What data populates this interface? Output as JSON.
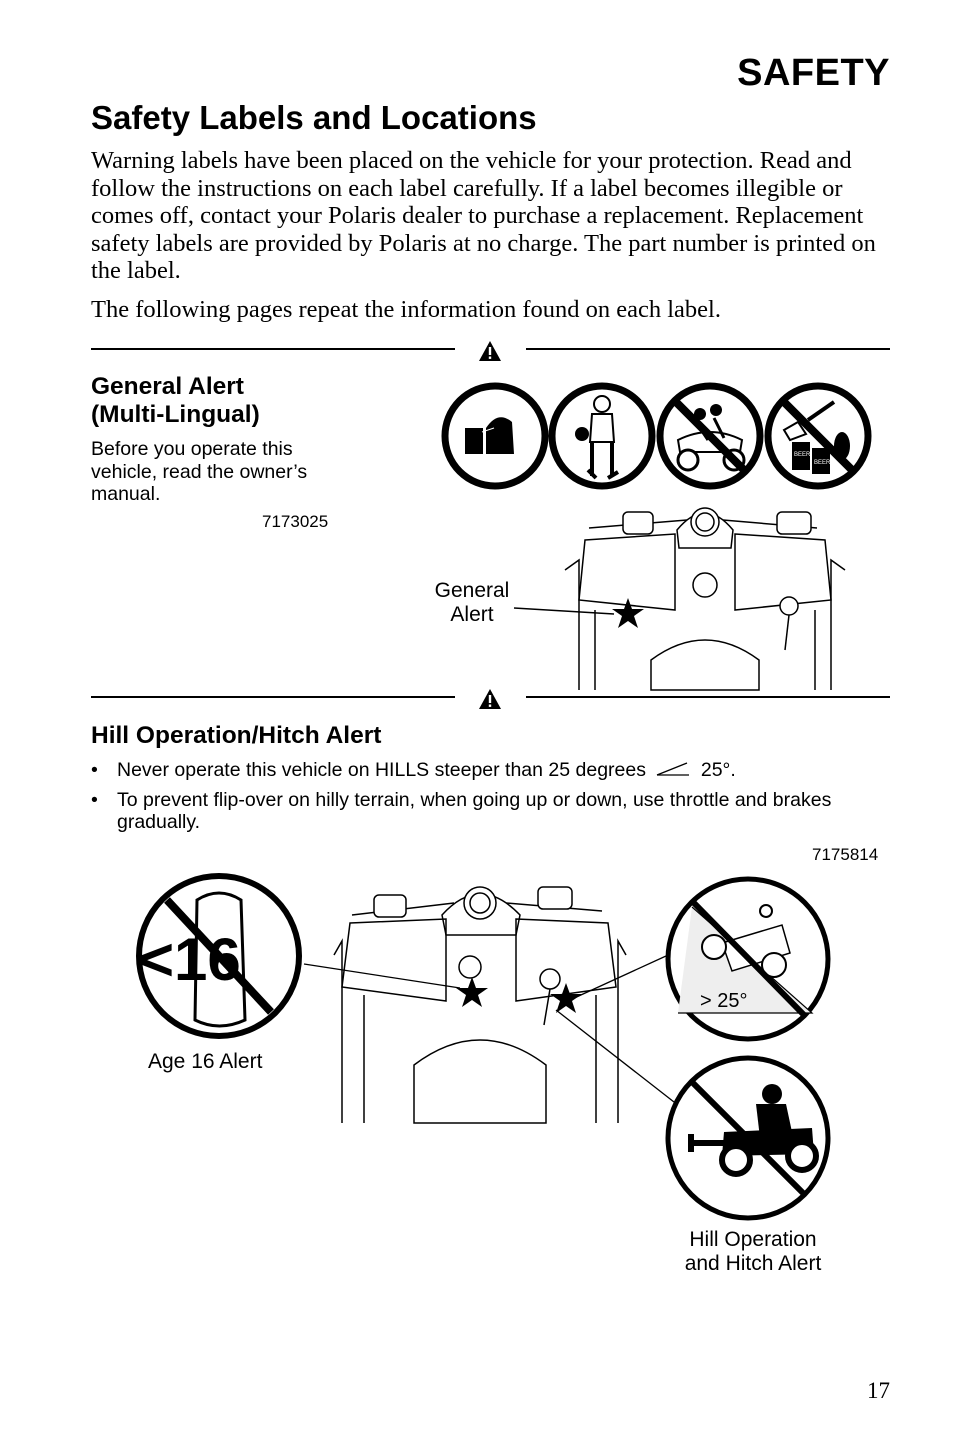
{
  "header": {
    "section": "SAFETY"
  },
  "title": "Safety Labels and Locations",
  "intro": "Warning labels have been placed on the vehicle for your protection. Read and follow the instructions on each label carefully. If a label becomes illegible or comes off, contact your Polaris dealer to purchase a replacement. Replacement safety labels are provided by Polaris at no charge. The part number is printed on the label.",
  "following": "The following pages repeat the information found on each label.",
  "general_alert": {
    "heading_line1": "General Alert",
    "heading_line2": "(Multi-Lingual)",
    "description": "Before you operate this vehicle, read the owner’s manual.",
    "part_number": "7173025",
    "callout_line1": "General",
    "callout_line2": "Alert",
    "icons": [
      "book-icon",
      "protective-gear-rider-icon",
      "no-passenger-icon",
      "no-alcohol-drugs-icon"
    ],
    "beer_label": "BEER"
  },
  "hill_alert": {
    "heading": "Hill Operation/Hitch Alert",
    "bullets": [
      "Never operate this vehicle on HILLS steeper than 25 degrees",
      "To prevent flip-over on hilly terrain, when going up or down, use throttle and brakes gradually."
    ],
    "slope_value": "25°.",
    "part_number": "7175814",
    "age_label": "Age 16 Alert",
    "age_symbol": "<16",
    "hill_label": "> 25°",
    "callout_line1": "Hill Operation",
    "callout_line2": "and Hitch Alert"
  },
  "page_number": "17"
}
